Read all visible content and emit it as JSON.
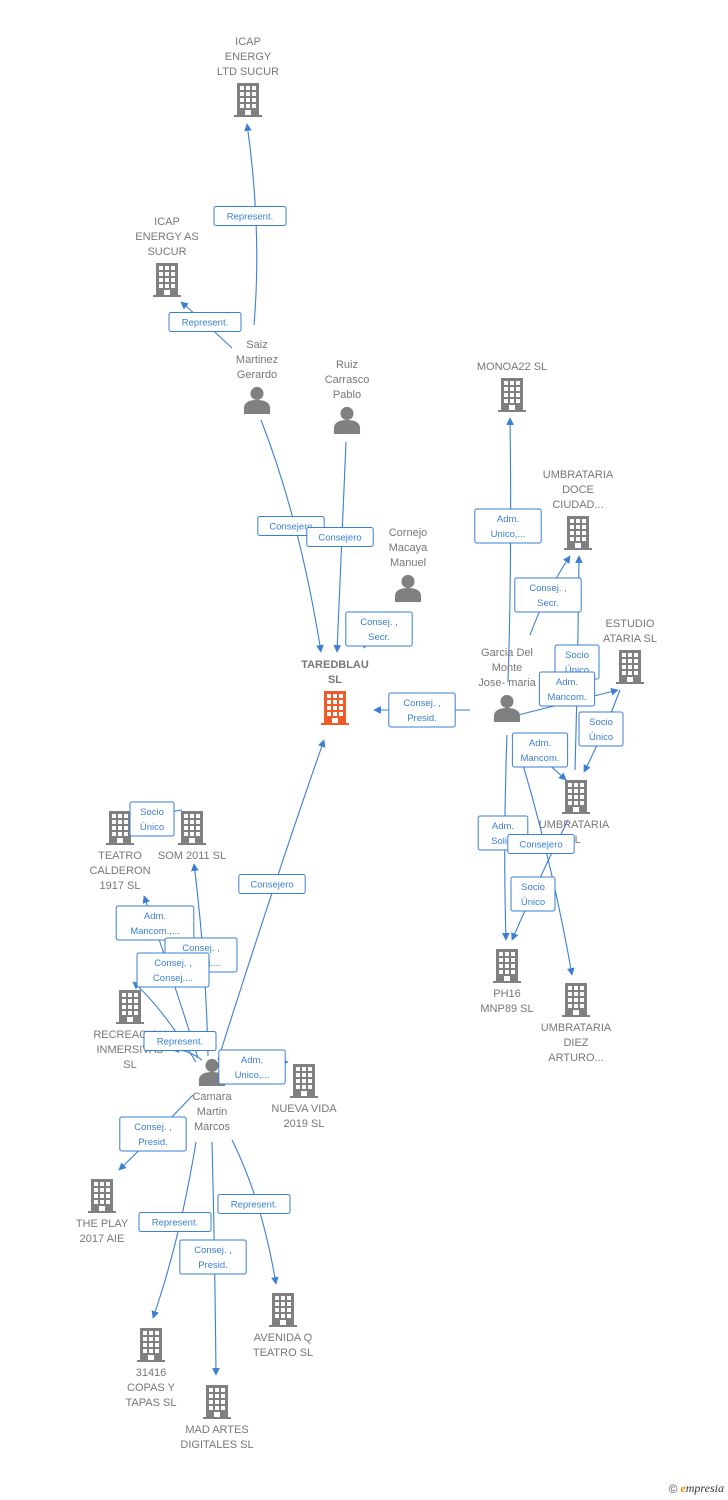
{
  "colors": {
    "edge": "#3a7fd5",
    "node": "#808080",
    "highlight": "#f05a28"
  },
  "nodes": [
    {
      "id": "icap_ltd",
      "kind": "company",
      "lines": [
        "ICAP",
        "ENERGY",
        "LTD SUCUR"
      ]
    },
    {
      "id": "icap_as",
      "kind": "company",
      "lines": [
        "ICAP",
        "ENERGY AS",
        "SUCUR"
      ]
    },
    {
      "id": "saiz",
      "kind": "person",
      "lines": [
        "Saiz",
        "Martinez",
        "Gerardo"
      ]
    },
    {
      "id": "ruiz",
      "kind": "person",
      "lines": [
        "Ruiz",
        "Carrasco",
        "Pablo"
      ]
    },
    {
      "id": "cornejo",
      "kind": "person",
      "lines": [
        "Cornejo",
        "Macaya",
        "Manuel"
      ]
    },
    {
      "id": "taredblau",
      "kind": "company",
      "main": true,
      "lines": [
        "TAREDBLAU",
        "SL"
      ]
    },
    {
      "id": "monoa22",
      "kind": "company",
      "lines": [
        "MONOA22  SL"
      ]
    },
    {
      "id": "umbrataria_doce",
      "kind": "company",
      "lines": [
        "UMBRATARIA",
        "DOCE",
        "CIUDAD..."
      ]
    },
    {
      "id": "estudio",
      "kind": "company",
      "lines": [
        "ESTUDIO",
        "ATARIA  SL"
      ]
    },
    {
      "id": "garcia",
      "kind": "person",
      "lines": [
        "Garcia Del",
        "Monte",
        "Jose- maria"
      ]
    },
    {
      "id": "umbrataria_sl",
      "kind": "company",
      "lines": [
        "UMBRATARIA",
        "SL"
      ]
    },
    {
      "id": "ph16",
      "kind": "company",
      "lines": [
        "PH16",
        "MNP89  SL"
      ]
    },
    {
      "id": "umbrataria_diez",
      "kind": "company",
      "lines": [
        "UMBRATARIA",
        "DIEZ",
        "ARTURO..."
      ]
    },
    {
      "id": "teatro",
      "kind": "company",
      "lines": [
        "TEATRO",
        "CALDERON",
        "1917  SL"
      ]
    },
    {
      "id": "som",
      "kind": "company",
      "lines": [
        "SOM 2011  SL"
      ]
    },
    {
      "id": "recreacion",
      "kind": "company",
      "lines": [
        "RECREACION",
        "INMERSIVAS",
        "SL"
      ]
    },
    {
      "id": "camara",
      "kind": "person",
      "lines": [
        "Camara",
        "Martin",
        "Marcos"
      ]
    },
    {
      "id": "nueva_vida",
      "kind": "company",
      "lines": [
        "NUEVA VIDA",
        "2019  SL"
      ]
    },
    {
      "id": "the_play",
      "kind": "company",
      "lines": [
        "THE PLAY",
        "2017 AIE"
      ]
    },
    {
      "id": "copas",
      "kind": "company",
      "lines": [
        "31416",
        "COPAS Y",
        "TAPAS  SL"
      ]
    },
    {
      "id": "avenida",
      "kind": "company",
      "lines": [
        "AVENIDA Q",
        "TEATRO SL"
      ]
    },
    {
      "id": "mad_artes",
      "kind": "company",
      "lines": [
        "MAD ARTES",
        "DIGITALES  SL"
      ]
    }
  ],
  "edges": [
    {
      "from": "saiz",
      "to": "icap_ltd",
      "lines": [
        "Represent."
      ]
    },
    {
      "from": "saiz",
      "to": "icap_as",
      "lines": [
        "Represent."
      ]
    },
    {
      "from": "saiz",
      "to": "taredblau",
      "lines": [
        "Consejero"
      ]
    },
    {
      "from": "ruiz",
      "to": "taredblau",
      "lines": [
        "Consejero"
      ]
    },
    {
      "from": "cornejo",
      "to": "taredblau",
      "lines": [
        "Consej. ,",
        "Secr."
      ]
    },
    {
      "from": "garcia",
      "to": "taredblau",
      "lines": [
        "Consej. ,",
        "Presid."
      ]
    },
    {
      "from": "garcia",
      "to": "monoa22",
      "lines": [
        "Adm.",
        "Unico,..."
      ]
    },
    {
      "from": "garcia",
      "to": "umbrataria_doce",
      "lines": [
        "Consej. ,",
        "Secr."
      ]
    },
    {
      "from": "umbrataria_sl",
      "to": "umbrataria_doce",
      "lines": [
        "Socio",
        "Único"
      ]
    },
    {
      "from": "garcia",
      "to": "estudio",
      "lines": [
        "Adm.",
        "Mancom."
      ]
    },
    {
      "from": "estudio",
      "to": "umbrataria_sl",
      "lines": [
        "Socio",
        "Único"
      ]
    },
    {
      "from": "garcia",
      "to": "umbrataria_sl",
      "lines": [
        "Adm.",
        "Mancom."
      ]
    },
    {
      "from": "garcia",
      "to": "ph16",
      "lines": [
        "Adm.",
        "Solid."
      ]
    },
    {
      "from": "garcia",
      "to": "umbrataria_diez",
      "lines": [
        "Consejero"
      ]
    },
    {
      "from": "umbrataria_sl",
      "to": "ph16",
      "lines": [
        "Socio",
        "Único"
      ]
    },
    {
      "from": "som",
      "to": "teatro",
      "lines": [
        "Socio",
        "Único"
      ]
    },
    {
      "from": "camara",
      "to": "taredblau",
      "lines": [
        "Consejero"
      ]
    },
    {
      "from": "camara",
      "to": "teatro",
      "lines": [
        "Adm.",
        "Mancom.,..."
      ]
    },
    {
      "from": "camara",
      "to": "som",
      "lines": [
        "Consej. ,",
        "Consej...."
      ]
    },
    {
      "from": "camara",
      "to": "recreacion",
      "lines": [
        "Consej. ,",
        "Consej...."
      ]
    },
    {
      "from": "camara",
      "to": "recreacion",
      "lines": [
        "Represent."
      ]
    },
    {
      "from": "camara",
      "to": "nueva_vida",
      "lines": [
        "Adm.",
        "Unico,..."
      ]
    },
    {
      "from": "camara",
      "to": "the_play",
      "lines": [
        "Consej. ,",
        "Presid."
      ]
    },
    {
      "from": "camara",
      "to": "copas",
      "lines": [
        "Represent."
      ]
    },
    {
      "from": "camara",
      "to": "avenida",
      "lines": [
        "Represent."
      ]
    },
    {
      "from": "camara",
      "to": "mad_artes",
      "lines": [
        "Consej. ,",
        "Presid."
      ]
    }
  ],
  "footer": {
    "copyright": "©",
    "brand_initial": "e",
    "brand_rest": "mpresia"
  }
}
